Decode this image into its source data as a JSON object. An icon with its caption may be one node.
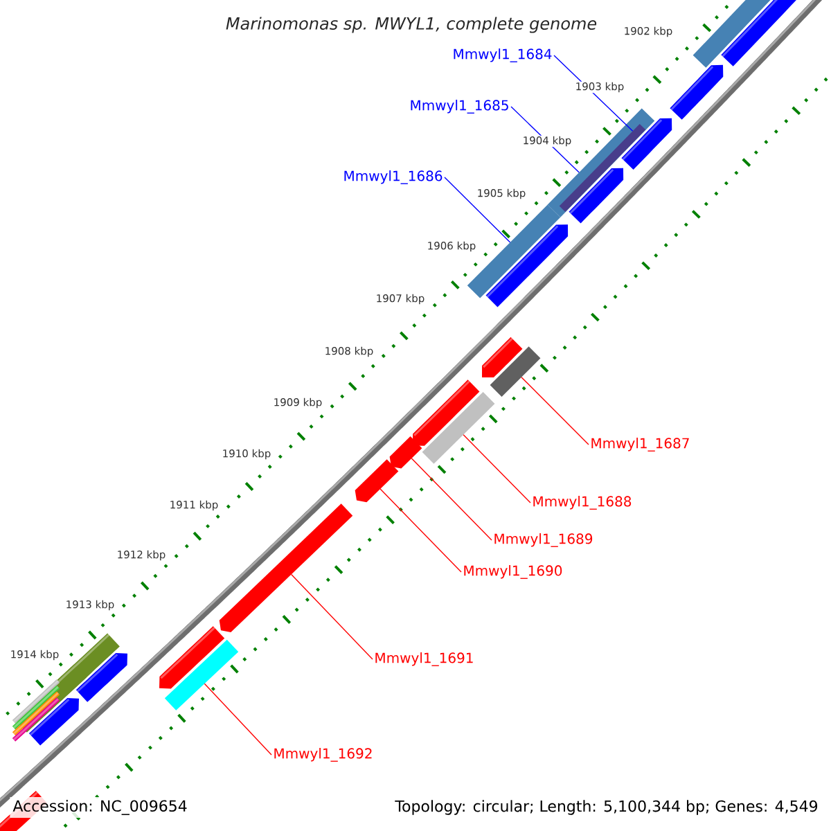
{
  "diagram": {
    "title": "Marinomonas sp. MWYL1, complete genome",
    "nodes": [
      {
        "text": [
          "Mmwyl1_1684"
        ]
      },
      {
        "text": [
          "Mmwyl1_1685"
        ]
      },
      {
        "text": [
          "Mmwyl1_1686"
        ]
      },
      {
        "text": [],
        "shape": "bar"
      },
      {
        "text": [],
        "shape": "bar",
        "in": 3
      },
      {
        "text": [],
        "shape": "bar"
      },
      {
        "text": [
          "Mmwyl1_1687"
        ]
      },
      {
        "text": [],
        "shape": "bar"
      },
      {
        "text": [
          "Mmwyl1_1688"
        ]
      },
      {
        "text": [],
        "shape": "bar"
      },
      {
        "text": [
          "Mmwyl1_1689"
        ]
      },
      {
        "text": [],
        "shape": "arrow"
      },
      {
        "text": [
          "Mmwyl1_1690"
        ]
      },
      {
        "text": [],
        "shape": "arrow"
      },
      {
        "text": [
          "Mmwyl1_1691"
        ]
      },
      {
        "text": [],
        "shape": "arrow"
      },
      {
        "text": [
          "Mmwyl1_1692"
        ]
      },
      {
        "text": [],
        "shape": "bar"
      },
      {
        "text": [],
        "shape": "bar"
      }
    ],
    "edges": [
      {
        "from": 0,
        "to": 4,
        "arrow": "none",
        "color": "#0000ff"
      },
      {
        "from": 1,
        "to": 3,
        "arrow": "none",
        "color": "#0000ff"
      },
      {
        "from": 2,
        "to": 5,
        "arrow": "none",
        "color": "#0000ff"
      },
      {
        "from": 6,
        "to": 7,
        "arrow": "none"
      },
      {
        "from": 8,
        "to": 9,
        "arrow": "none"
      },
      {
        "from": 10,
        "to": 11,
        "arrow": "none"
      },
      {
        "from": 12,
        "to": 13,
        "arrow": "none"
      },
      {
        "from": 14,
        "to": 15,
        "arrow": "none"
      },
      {
        "from": 16,
        "to": 17,
        "arrow": "none"
      }
    ],
    "labels": [
      "1902 kbp",
      "1903 kbp",
      "1904 kbp",
      "1905 kbp",
      "1906 kbp",
      "1907 kbp",
      "1908 kbp",
      "1909 kbp",
      "1910 kbp",
      "1911 kbp",
      "1912 kbp",
      "1913 kbp",
      "1914 kbp",
      "Accession: NC_009654",
      "Topology: circular; Length: 5,100,344 bp; Genes: 4,549"
    ]
  }
}
